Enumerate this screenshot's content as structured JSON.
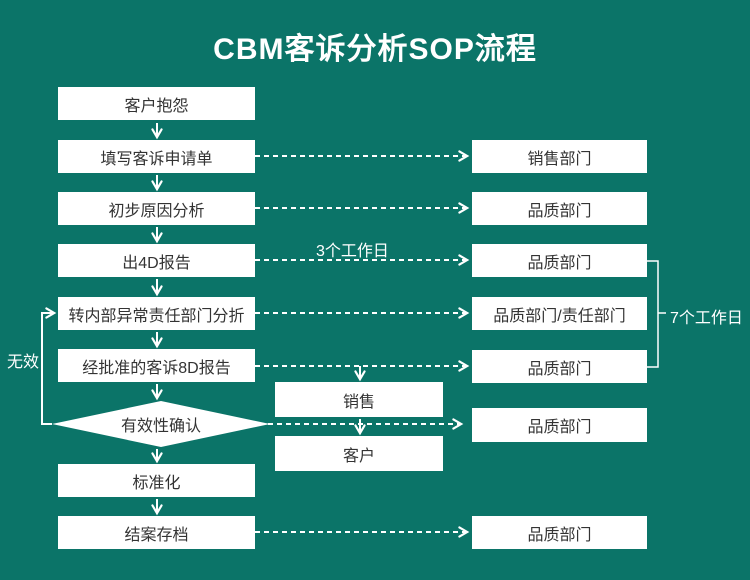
{
  "title": "CBM客诉分析SOP流程",
  "colors": {
    "background": "#0b7468",
    "box_background": "#ffffff",
    "box_text": "#333333",
    "line": "#ffffff"
  },
  "steps": [
    {
      "label": "客户抱怨",
      "shape": "rect"
    },
    {
      "label": "填写客诉申请单",
      "shape": "rect"
    },
    {
      "label": "初步原因分析",
      "shape": "rect"
    },
    {
      "label": "出4D报告",
      "shape": "rect"
    },
    {
      "label": "转内部异常责任部门分折",
      "shape": "rect"
    },
    {
      "label": "经批准的客诉8D报告",
      "shape": "rect"
    },
    {
      "label": "有效性确认",
      "shape": "diamond"
    },
    {
      "label": "标准化",
      "shape": "rect"
    },
    {
      "label": "结案存档",
      "shape": "rect"
    }
  ],
  "departments": [
    {
      "label": "销售部门"
    },
    {
      "label": "品质部门"
    },
    {
      "label": "品质部门"
    },
    {
      "label": "品质部门/责任部门"
    },
    {
      "label": "品质部门"
    },
    {
      "label": "品质部门"
    },
    {
      "label": "品质部门"
    }
  ],
  "middle_boxes": [
    {
      "label": "销售"
    },
    {
      "label": "客户"
    }
  ],
  "annotations": {
    "three_working_days": "3个工作日",
    "seven_working_days": "7个工作日",
    "invalid": "无效"
  }
}
